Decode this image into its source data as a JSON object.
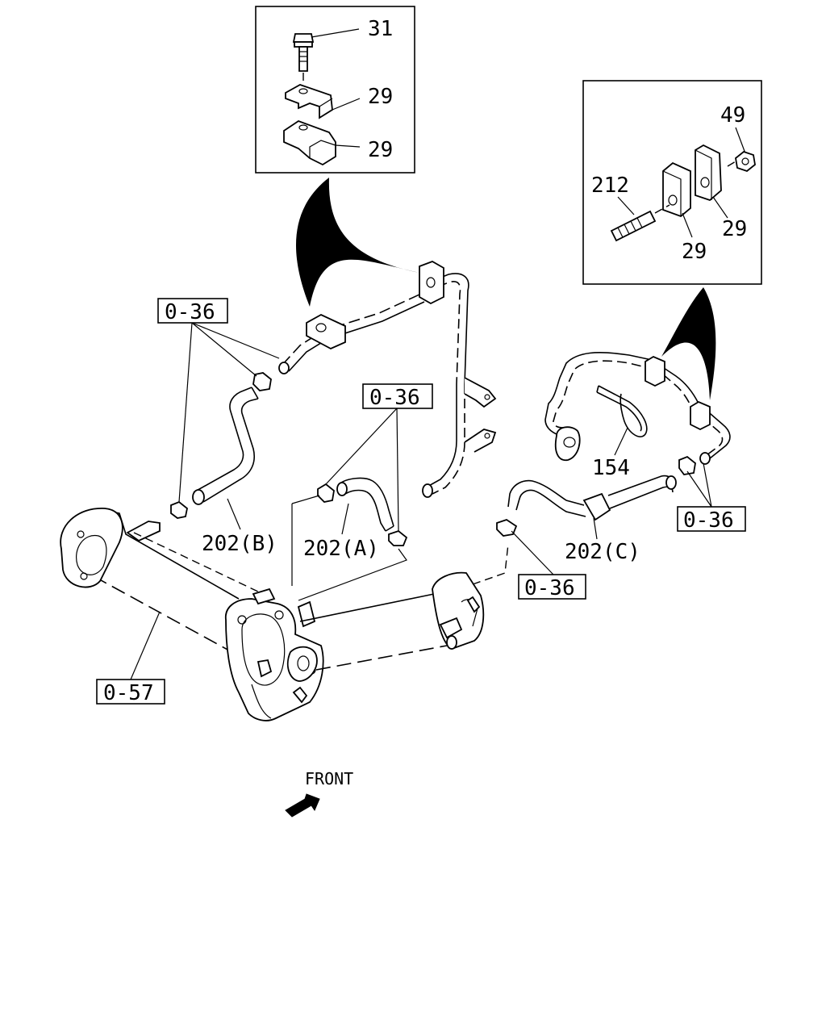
{
  "diagram": {
    "labels": {
      "p31": "31",
      "p29_a": "29",
      "p29_b": "29",
      "p49": "49",
      "p212": "212",
      "p29_c": "29",
      "p29_d": "29",
      "ref036_a": "0-36",
      "ref036_b": "0-36",
      "ref036_c": "0-36",
      "ref036_d": "0-36",
      "p202b": "202(B)",
      "p202a": "202(A)",
      "p202c": "202(C)",
      "p154": "154",
      "ref057": "0-57",
      "front": "FRONT"
    }
  }
}
